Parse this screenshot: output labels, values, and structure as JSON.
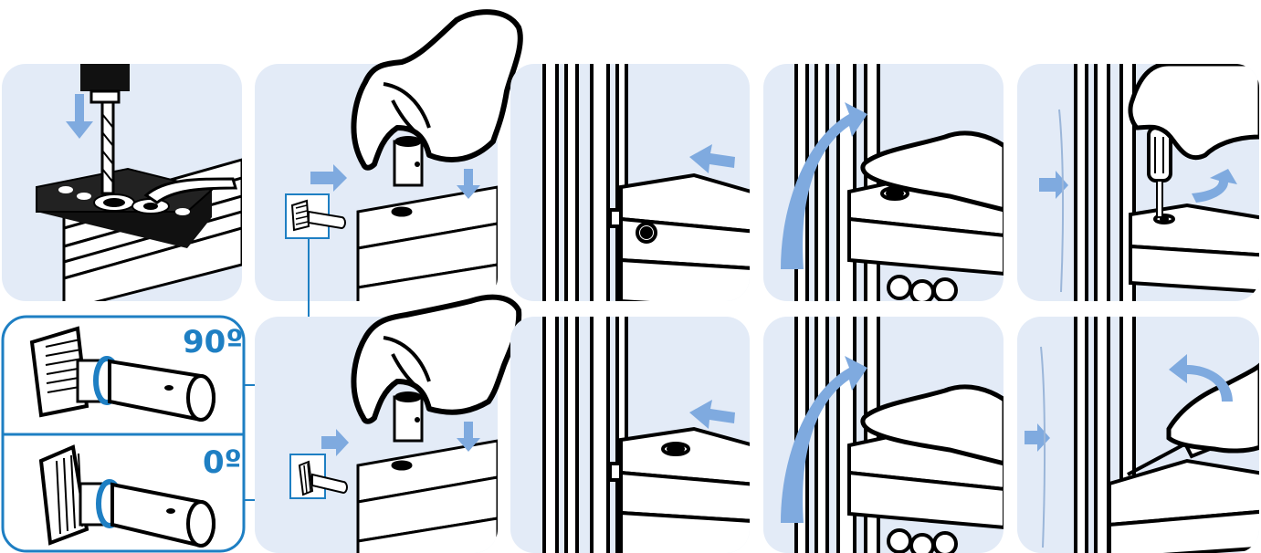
{
  "title": "",
  "colors": {
    "panel_bg": "#E3EBF7",
    "accent_blue": "#1E7FC3",
    "arrow_blue": "#7FAADF",
    "ink": "#000000",
    "paper": "#ffffff"
  },
  "detail_callout": {
    "top_label": "90º",
    "bottom_label": "0º"
  },
  "steps": [
    {
      "row": 1,
      "panel": 1,
      "icon": "drill-jig-icon"
    },
    {
      "row": 1,
      "panel": 2,
      "icon": "insert-connector-icon"
    },
    {
      "row": 1,
      "panel": 3,
      "icon": "slide-profile-icon"
    },
    {
      "row": 1,
      "panel": 4,
      "icon": "swing-profile-icon"
    },
    {
      "row": 1,
      "panel": 5,
      "icon": "tighten-screw-icon"
    },
    {
      "row": 2,
      "panel": 2,
      "icon": "insert-connector-icon"
    },
    {
      "row": 2,
      "panel": 3,
      "icon": "slide-profile-icon"
    },
    {
      "row": 2,
      "panel": 4,
      "icon": "swing-profile-icon"
    },
    {
      "row": 2,
      "panel": 5,
      "icon": "loosen-screw-icon"
    }
  ]
}
